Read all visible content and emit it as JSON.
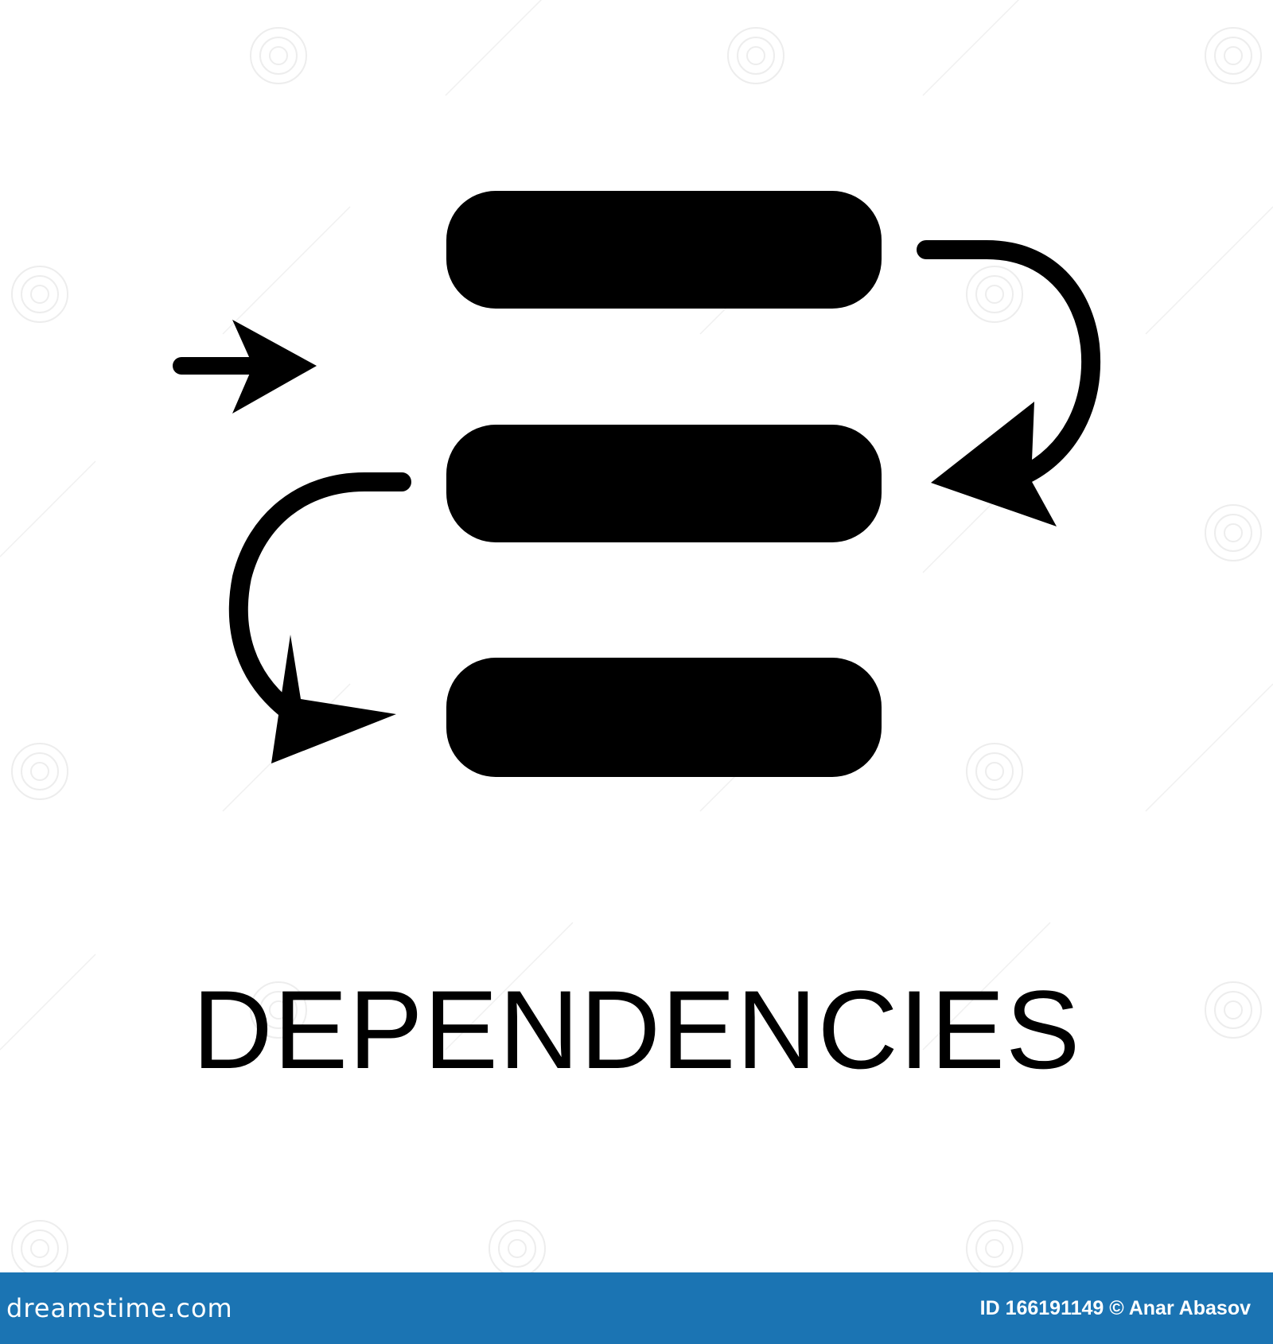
{
  "icon": {
    "name": "dependencies",
    "color": "#000000"
  },
  "caption": {
    "text": "DEPENDENCIES"
  },
  "footer": {
    "background_color": "#1b74b3",
    "text_color": "#ffffff",
    "brand": "dreamstime.com",
    "credit": "ID 166191149 © Anar Abasov"
  }
}
